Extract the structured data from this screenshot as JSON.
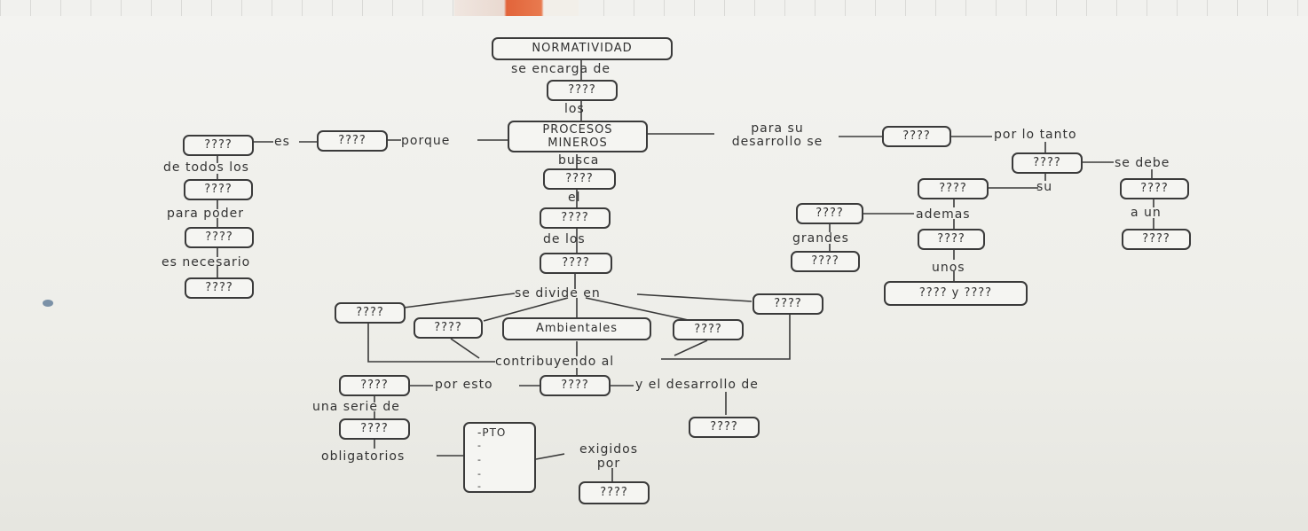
{
  "title": "NORMATIVIDAD",
  "placeholder": "????",
  "nodes": {
    "procesos": "PROCESOS MINEROS",
    "ambientales": "Ambientales",
    "pto": "-PTO",
    "pto_dashes": [
      "-",
      "-",
      "-",
      "-"
    ],
    "pair": "???? y ????"
  },
  "labels": {
    "se_encarga_de": "se encarga de",
    "los": "los",
    "es": "es",
    "porque": "porque",
    "de_todos_los": "de todos los",
    "para_poder": "para poder",
    "es_necesario": "es necesario",
    "busca": "busca",
    "el": "el",
    "de_los": "de los",
    "se_divide_en": "se divide en",
    "contribuyendo_al": "contribuyendo al",
    "por_esto": "por esto",
    "y_el_desarrollo_de": "y el desarrollo de",
    "una_serie_de": "una serie de",
    "obligatorios": "obligatorios",
    "exigidos_por": "exigidos por",
    "para_su_desarrollo_se": "para su desarrollo se",
    "por_lo_tanto": "por lo tanto",
    "se_debe": "se debe",
    "su": "su",
    "ademas": "ademas",
    "a_un": "a un",
    "grandes": "grandes",
    "unos": "unos"
  },
  "colors": {
    "ink": "#333333",
    "paper": "#f1f1ee"
  }
}
